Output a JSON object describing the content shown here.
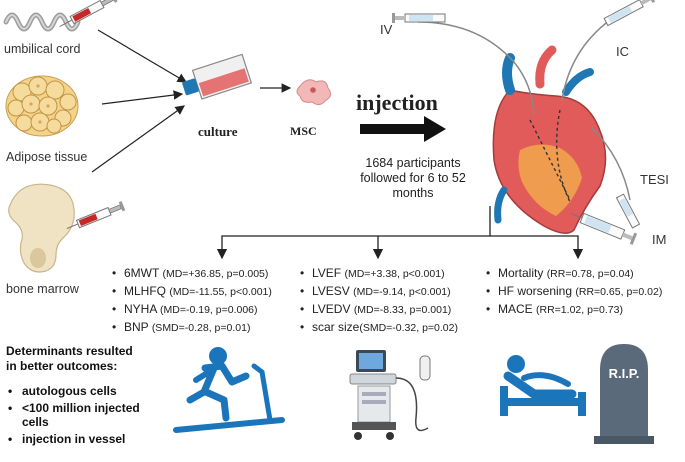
{
  "sources": {
    "umbilical": "umbilical cord",
    "adipose": "Adipose tissue",
    "bone": "bone marrow"
  },
  "process": {
    "culture": "culture",
    "msc": "MSC",
    "injection": "injection"
  },
  "routes": {
    "iv": "IV",
    "ic": "IC",
    "tesi": "TESI",
    "im": "IM"
  },
  "participants": {
    "line1": "1684 participants",
    "line2": "followed for 6 to 52",
    "line3": "months"
  },
  "outcomes": {
    "functional": [
      {
        "name": "6MWT",
        "stat": "(MD=+36.85, p=0.005)"
      },
      {
        "name": "MLHFQ",
        "stat": "(MD=-11.55, p<0.001)"
      },
      {
        "name": "NYHA",
        "stat": "(MD=-0.19, p=0.006)"
      },
      {
        "name": "BNP",
        "stat": "(SMD=-0.28, p=0.01)"
      }
    ],
    "cardiac": [
      {
        "name": "LVEF",
        "stat": "(MD=+3.38, p<0.001)"
      },
      {
        "name": "LVESV",
        "stat": "(MD=-9.14, p<0.001)"
      },
      {
        "name": "LVEDV",
        "stat": "(MD=-8.33, p=0.001)"
      },
      {
        "name": "scar size",
        "stat": "(SMD=-0.32, p=0.02)"
      }
    ],
    "clinical": [
      {
        "name": "Mortality",
        "stat": "(RR=0.78, p=0.04)"
      },
      {
        "name": "HF worsening",
        "stat": "(RR=0.65, p=0.02)"
      },
      {
        "name": "MACE",
        "stat": "(RR=1.02, p=0.73)"
      }
    ]
  },
  "determinants": {
    "title_line1": "Determinants resulted",
    "title_line2": "in better outcomes:",
    "items": [
      "autologous cells",
      "<100 million injected cells",
      "injection in vessel"
    ]
  },
  "tombstone": "R.I.P.",
  "colors": {
    "syringe_red": "#c62828",
    "accent_blue": "#1f78b4",
    "flask_pink": "#e57373",
    "heart_red": "#d9534f"
  }
}
